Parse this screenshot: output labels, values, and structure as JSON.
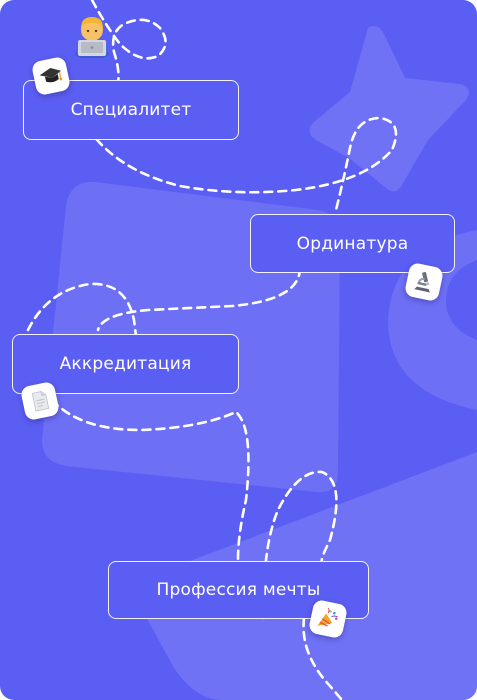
{
  "steps": [
    {
      "label": "Специалитет"
    },
    {
      "label": "Ординатура"
    },
    {
      "label": "Аккредитация"
    },
    {
      "label": "Профессия мечты"
    }
  ],
  "icons": [
    "student-at-laptop-icon",
    "graduation-cap-icon",
    "microscope-icon",
    "document-icon",
    "party-popper-icon"
  ],
  "colors": {
    "background": "#5b5ef2",
    "decor_shape": "#7375f6",
    "path_stroke": "#ffffff",
    "badge_background": "#ffffff"
  }
}
